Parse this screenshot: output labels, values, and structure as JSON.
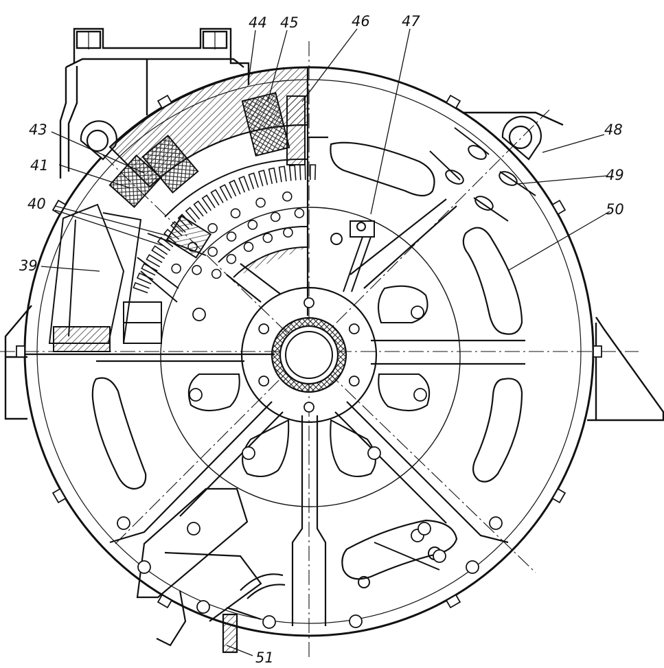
{
  "labels": {
    "l39": "39",
    "l40": "40",
    "l41": "41",
    "l43": "43",
    "l44": "44",
    "l45": "45",
    "l46": "46",
    "l47": "47",
    "l48": "48",
    "l49": "49",
    "l50": "50",
    "l51": "51"
  },
  "colors": {
    "ink": "#111111",
    "paper": "#ffffff",
    "hatch": "#222222"
  }
}
